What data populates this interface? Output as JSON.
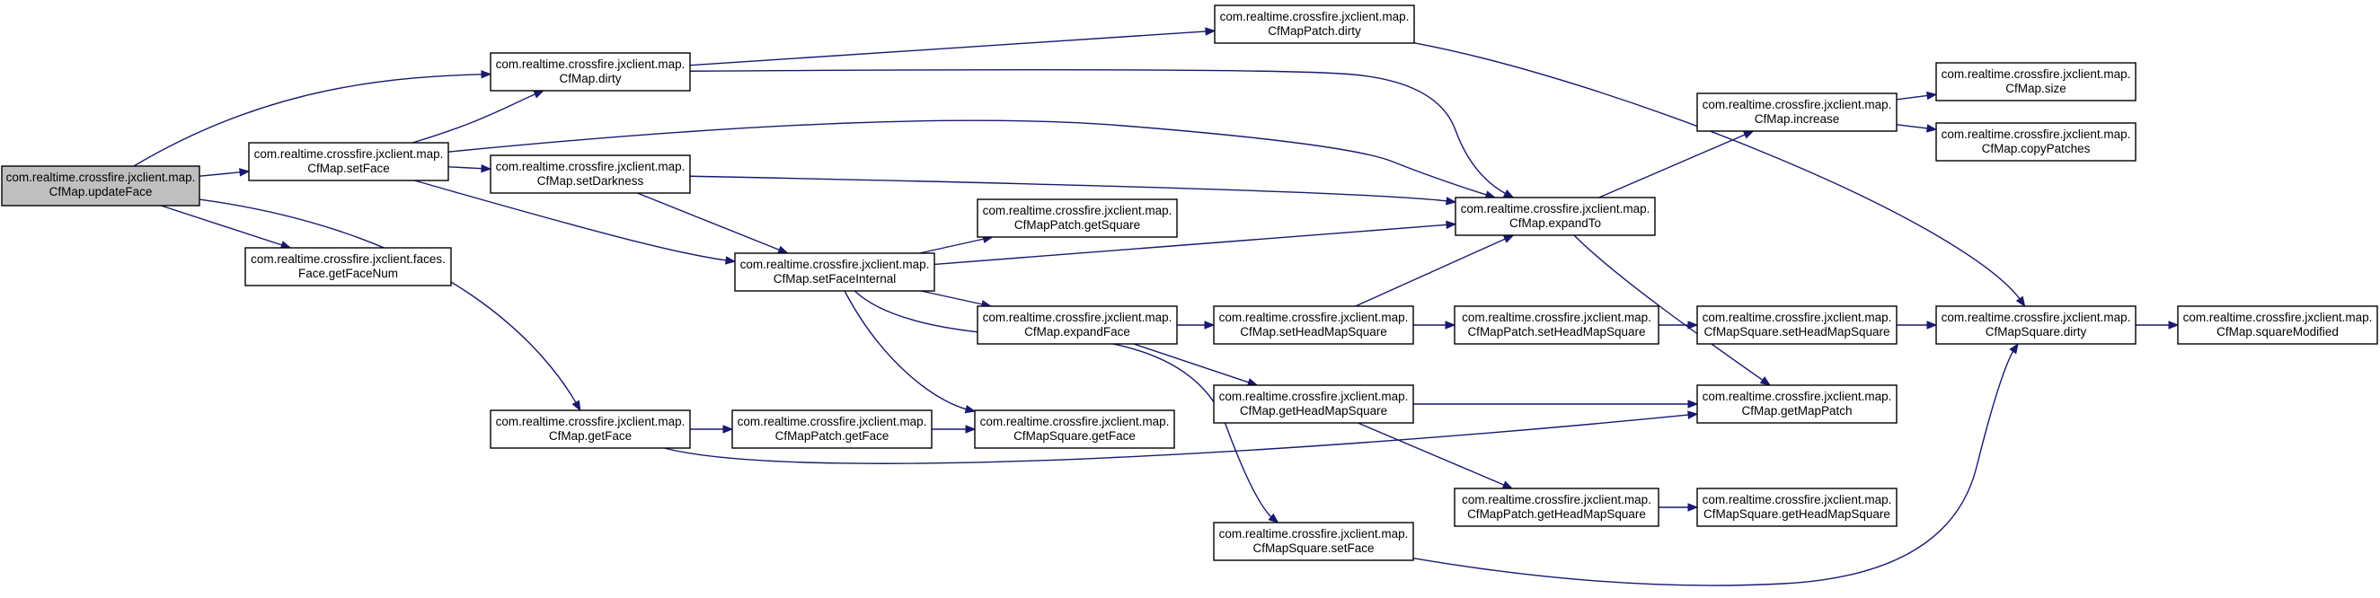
{
  "colors": {
    "edge": "#191970",
    "node_border": "#000000",
    "node_fill": "#ffffff",
    "root_fill": "#bfbfbf"
  },
  "nodes": [
    {
      "id": "updateFace",
      "lines": [
        "com.realtime.crossfire.jxclient.map.",
        "CfMap.updateFace"
      ],
      "root": true
    },
    {
      "id": "dirty",
      "lines": [
        "com.realtime.crossfire.jxclient.map.",
        "CfMap.dirty"
      ]
    },
    {
      "id": "setFace",
      "lines": [
        "com.realtime.crossfire.jxclient.map.",
        "CfMap.setFace"
      ]
    },
    {
      "id": "getFaceNum",
      "lines": [
        "com.realtime.crossfire.jxclient.faces.",
        "Face.getFaceNum"
      ]
    },
    {
      "id": "getFace",
      "lines": [
        "com.realtime.crossfire.jxclient.map.",
        "CfMap.getFace"
      ]
    },
    {
      "id": "setDarkness",
      "lines": [
        "com.realtime.crossfire.jxclient.map.",
        "CfMap.setDarkness"
      ]
    },
    {
      "id": "setFaceInternal",
      "lines": [
        "com.realtime.crossfire.jxclient.map.",
        "CfMap.setFaceInternal"
      ]
    },
    {
      "id": "patchGetFace",
      "lines": [
        "com.realtime.crossfire.jxclient.map.",
        "CfMapPatch.getFace"
      ]
    },
    {
      "id": "patchDirty",
      "lines": [
        "com.realtime.crossfire.jxclient.map.",
        "CfMapPatch.dirty"
      ]
    },
    {
      "id": "patchGetSquare",
      "lines": [
        "com.realtime.crossfire.jxclient.map.",
        "CfMapPatch.getSquare"
      ]
    },
    {
      "id": "expandFace",
      "lines": [
        "com.realtime.crossfire.jxclient.map.",
        "CfMap.expandFace"
      ]
    },
    {
      "id": "squareGetFace",
      "lines": [
        "com.realtime.crossfire.jxclient.map.",
        "CfMapSquare.getFace"
      ]
    },
    {
      "id": "setHeadMapSquare",
      "lines": [
        "com.realtime.crossfire.jxclient.map.",
        "CfMap.setHeadMapSquare"
      ]
    },
    {
      "id": "getHeadMapSquare",
      "lines": [
        "com.realtime.crossfire.jxclient.map.",
        "CfMap.getHeadMapSquare"
      ]
    },
    {
      "id": "squareSetFace",
      "lines": [
        "com.realtime.crossfire.jxclient.map.",
        "CfMapSquare.setFace"
      ]
    },
    {
      "id": "expandTo",
      "lines": [
        "com.realtime.crossfire.jxclient.map.",
        "CfMap.expandTo"
      ]
    },
    {
      "id": "patchSetHead",
      "lines": [
        "com.realtime.crossfire.jxclient.map.",
        "CfMapPatch.setHeadMapSquare"
      ]
    },
    {
      "id": "patchGetHead",
      "lines": [
        "com.realtime.crossfire.jxclient.map.",
        "CfMapPatch.getHeadMapSquare"
      ]
    },
    {
      "id": "increase",
      "lines": [
        "com.realtime.crossfire.jxclient.map.",
        "CfMap.increase"
      ]
    },
    {
      "id": "getMapPatch",
      "lines": [
        "com.realtime.crossfire.jxclient.map.",
        "CfMap.getMapPatch"
      ]
    },
    {
      "id": "squareSetHead",
      "lines": [
        "com.realtime.crossfire.jxclient.map.",
        "CfMapSquare.setHeadMapSquare"
      ]
    },
    {
      "id": "squareGetHead",
      "lines": [
        "com.realtime.crossfire.jxclient.map.",
        "CfMapSquare.getHeadMapSquare"
      ]
    },
    {
      "id": "size",
      "lines": [
        "com.realtime.crossfire.jxclient.map.",
        "CfMap.size"
      ]
    },
    {
      "id": "copyPatches",
      "lines": [
        "com.realtime.crossfire.jxclient.map.",
        "CfMap.copyPatches"
      ]
    },
    {
      "id": "squareDirty",
      "lines": [
        "com.realtime.crossfire.jxclient.map.",
        "CfMapSquare.dirty"
      ]
    },
    {
      "id": "squareModified",
      "lines": [
        "com.realtime.crossfire.jxclient.map.",
        "CfMap.squareModified"
      ]
    }
  ],
  "edges": [
    [
      "updateFace",
      "dirty"
    ],
    [
      "updateFace",
      "setFace"
    ],
    [
      "updateFace",
      "getFaceNum"
    ],
    [
      "updateFace",
      "getFace"
    ],
    [
      "setFace",
      "dirty"
    ],
    [
      "setFace",
      "setDarkness"
    ],
    [
      "setFace",
      "setFaceInternal"
    ],
    [
      "setFace",
      "expandTo"
    ],
    [
      "dirty",
      "patchDirty"
    ],
    [
      "dirty",
      "expandTo"
    ],
    [
      "setDarkness",
      "setFaceInternal"
    ],
    [
      "setDarkness",
      "expandTo"
    ],
    [
      "setFaceInternal",
      "patchGetSquare"
    ],
    [
      "setFaceInternal",
      "expandTo"
    ],
    [
      "setFaceInternal",
      "expandFace"
    ],
    [
      "setFaceInternal",
      "squareGetFace"
    ],
    [
      "setFaceInternal",
      "squareSetFace"
    ],
    [
      "getFace",
      "patchGetFace"
    ],
    [
      "getFace",
      "getMapPatch"
    ],
    [
      "patchGetFace",
      "squareGetFace"
    ],
    [
      "patchDirty",
      "squareDirty"
    ],
    [
      "expandFace",
      "setHeadMapSquare"
    ],
    [
      "expandFace",
      "getHeadMapSquare"
    ],
    [
      "setHeadMapSquare",
      "expandTo"
    ],
    [
      "setHeadMapSquare",
      "patchSetHead"
    ],
    [
      "getHeadMapSquare",
      "getMapPatch"
    ],
    [
      "getHeadMapSquare",
      "patchGetHead"
    ],
    [
      "squareSetFace",
      "squareDirty"
    ],
    [
      "expandTo",
      "increase"
    ],
    [
      "expandTo",
      "getMapPatch"
    ],
    [
      "patchSetHead",
      "squareSetHead"
    ],
    [
      "patchGetHead",
      "squareGetHead"
    ],
    [
      "increase",
      "size"
    ],
    [
      "increase",
      "copyPatches"
    ],
    [
      "squareSetHead",
      "squareDirty"
    ],
    [
      "squareDirty",
      "squareModified"
    ]
  ]
}
